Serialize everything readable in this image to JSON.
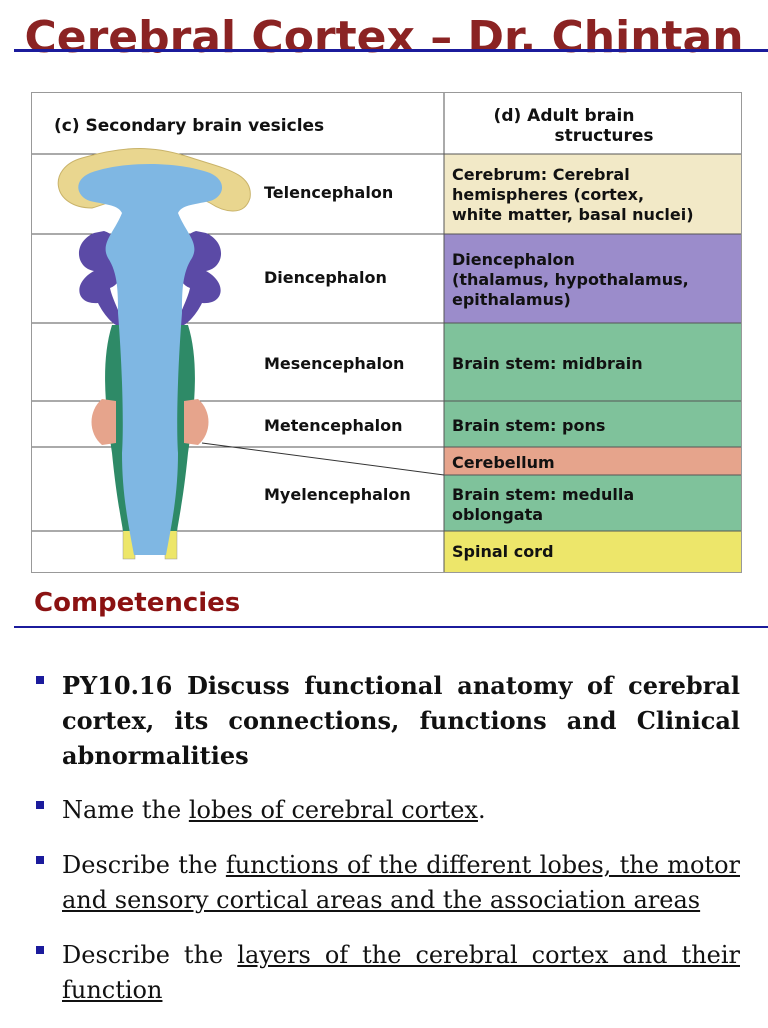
{
  "header": {
    "title": "Cerebral Cortex – Dr. Chintan"
  },
  "figure": {
    "col_left_header": "(c) Secondary brain vesicles",
    "col_right_header": [
      "(d) Adult brain",
      "structures"
    ],
    "rows": [
      {
        "vesicle": "Telencephalon",
        "structure": [
          "Cerebrum: Cerebral",
          "hemispheres (cortex,",
          "white matter, basal nuclei)"
        ],
        "color": "#f2e9c7"
      },
      {
        "vesicle": "Diencephalon",
        "structure": [
          "Diencephalon",
          "(thalamus, hypothalamus,",
          "epithalamus)"
        ],
        "color": "#9b8ccb"
      },
      {
        "vesicle": "Mesencephalon",
        "structure": [
          "Brain stem: midbrain"
        ],
        "color": "#7fc29b"
      },
      {
        "vesicle": "Metencephalon",
        "structure": [
          "Brain stem: pons"
        ],
        "color": "#7fc29b"
      },
      {
        "vesicle": "",
        "structure": [
          "Cerebellum"
        ],
        "color": "#e6a48c"
      },
      {
        "vesicle": "Myelencephalon",
        "structure": [
          "Brain stem: medulla",
          "oblongata"
        ],
        "color": "#7fc29b"
      },
      {
        "vesicle": "",
        "structure": [
          "Spinal cord"
        ],
        "color": "#ede66a"
      }
    ]
  },
  "competencies": {
    "heading": "Competencies",
    "items": [
      {
        "pre": "PY10.16 Discuss functional anatomy of cerebral cortex, its connections, functions and Clinical abnormalities",
        "link": "",
        "post": "",
        "bold": true
      },
      {
        "pre": "Name the ",
        "link": "lobes of cerebral cortex",
        "post": ".",
        "bold": false
      },
      {
        "pre": "Describe the ",
        "link": "functions of the different lobes, the motor and sensory cortical areas and the association areas",
        "post": "",
        "bold": false
      },
      {
        "pre": "Describe the ",
        "link": "layers of the cerebral cortex and their function",
        "post": "",
        "bold": false
      }
    ]
  }
}
